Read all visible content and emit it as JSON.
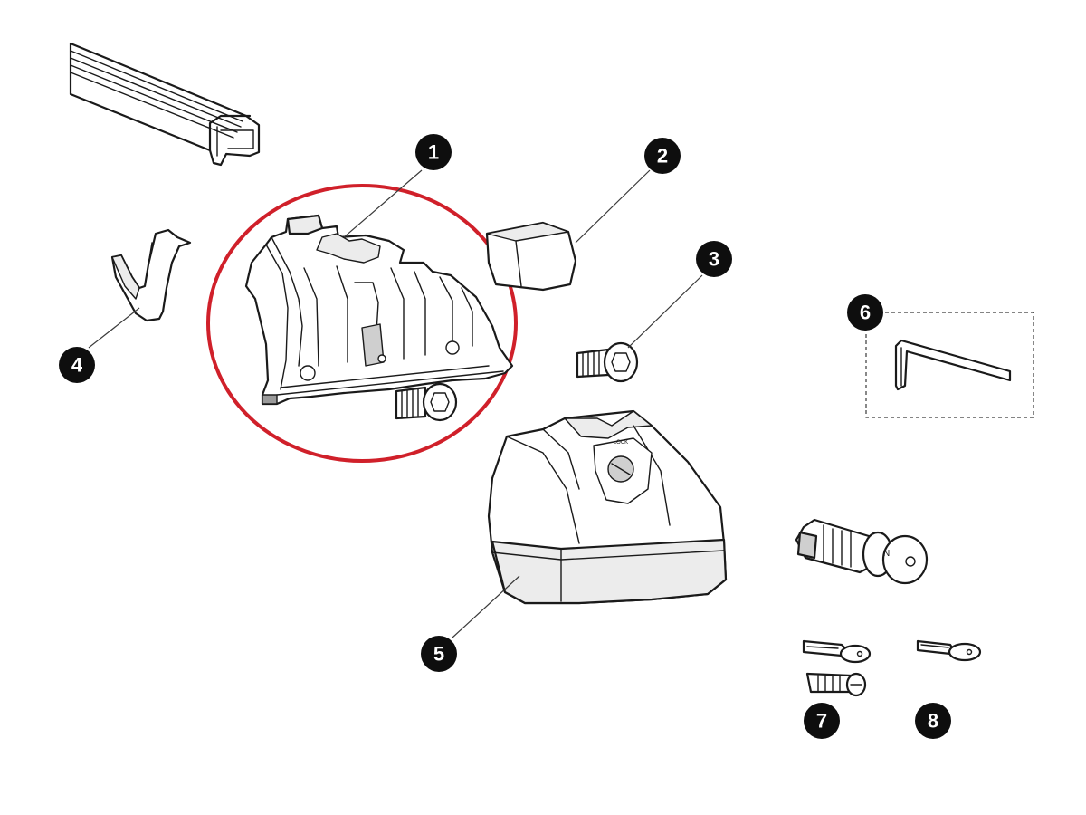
{
  "diagram": {
    "highlight_color": "#d0202a",
    "parts": [
      {
        "id": "part-1",
        "number": "1",
        "icon": "foot-pad-bracket"
      },
      {
        "id": "part-2",
        "number": "2",
        "icon": "rubber-pad"
      },
      {
        "id": "part-3",
        "number": "3",
        "icon": "hex-bolt"
      },
      {
        "id": "part-4",
        "number": "4",
        "icon": "spring-clip"
      },
      {
        "id": "part-5",
        "number": "5",
        "icon": "foot-cover"
      },
      {
        "id": "part-6",
        "number": "6",
        "icon": "allen-key"
      },
      {
        "id": "part-7",
        "number": "7",
        "icon": "lock-cylinder-with-keys"
      },
      {
        "id": "part-8",
        "number": "8",
        "icon": "spare-key"
      }
    ],
    "cover_emblem_text": "LOCK"
  }
}
